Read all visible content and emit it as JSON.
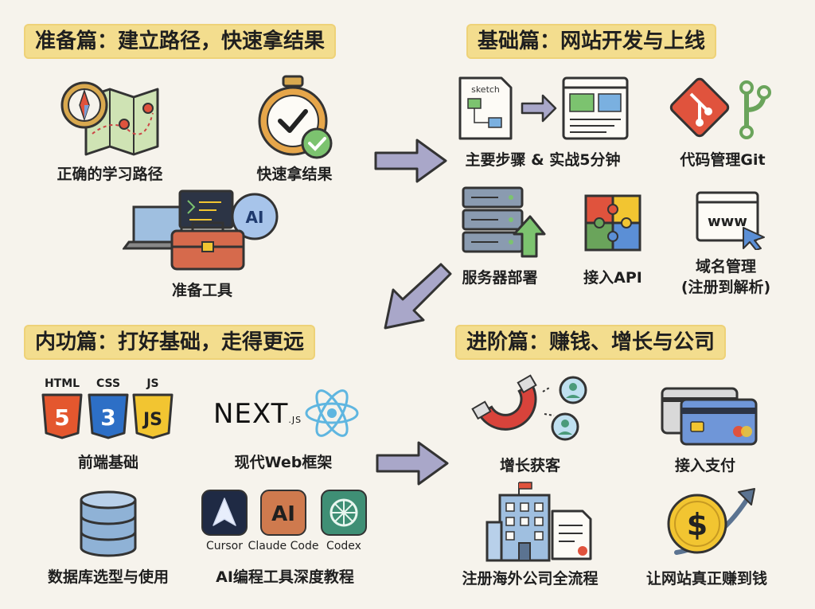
{
  "sections": {
    "prep": {
      "title": "准备篇：建立路径，快速拿结果",
      "items": [
        "正确的学习路径",
        "快速拿结果",
        "准备工具"
      ]
    },
    "basic": {
      "title": "基础篇：网站开发与上线",
      "items": [
        "主要步骤 & 实战5分钟",
        "代码管理Git",
        "服务器部署",
        "接入API",
        "域名管理",
        "(注册到解析)"
      ],
      "sketch_text": "sketch",
      "www_text": "www"
    },
    "core": {
      "title": "内功篇：打好基础，走得更远",
      "items": [
        "前端基础",
        "现代Web框架",
        "数据库选型与使用",
        "AI编程工具深度教程"
      ],
      "tech_labels": [
        "HTML",
        "CSS",
        "JS"
      ],
      "badges": [
        "5",
        "3",
        "JS"
      ],
      "next_logo": "NEXT",
      "next_suffix": ".JS",
      "ai_tools": [
        "Cursor",
        "Claude Code",
        "Codex"
      ],
      "claude_logo": "AI",
      "brain_ai": "AI"
    },
    "advanced": {
      "title": "进阶篇：赚钱、增长与公司",
      "items": [
        "增长获客",
        "接入支付",
        "注册海外公司全流程",
        "让网站真正赚到钱"
      ],
      "dollar": "$"
    }
  },
  "colors": {
    "title_bg": "#f3dd8e",
    "arrow_fill": "#a9a7c9",
    "html": "#e4572e",
    "css": "#2d6fc6",
    "js": "#f2c531",
    "git": "#e0533d",
    "magnet": "#d8433b"
  },
  "icons": [
    "map-compass-icon",
    "stopwatch-check-icon",
    "laptop-toolbox-icon",
    "sketch-to-webpage-icon",
    "git-icon",
    "server-upload-icon",
    "puzzle-api-icon",
    "browser-www-icon",
    "html5-icon",
    "css3-icon",
    "js-icon",
    "nextjs-logo",
    "react-icon",
    "database-icon",
    "cursor-icon",
    "claude-icon",
    "codex-icon",
    "magnet-users-icon",
    "credit-card-icon",
    "company-building-icon",
    "dollar-growth-icon"
  ]
}
